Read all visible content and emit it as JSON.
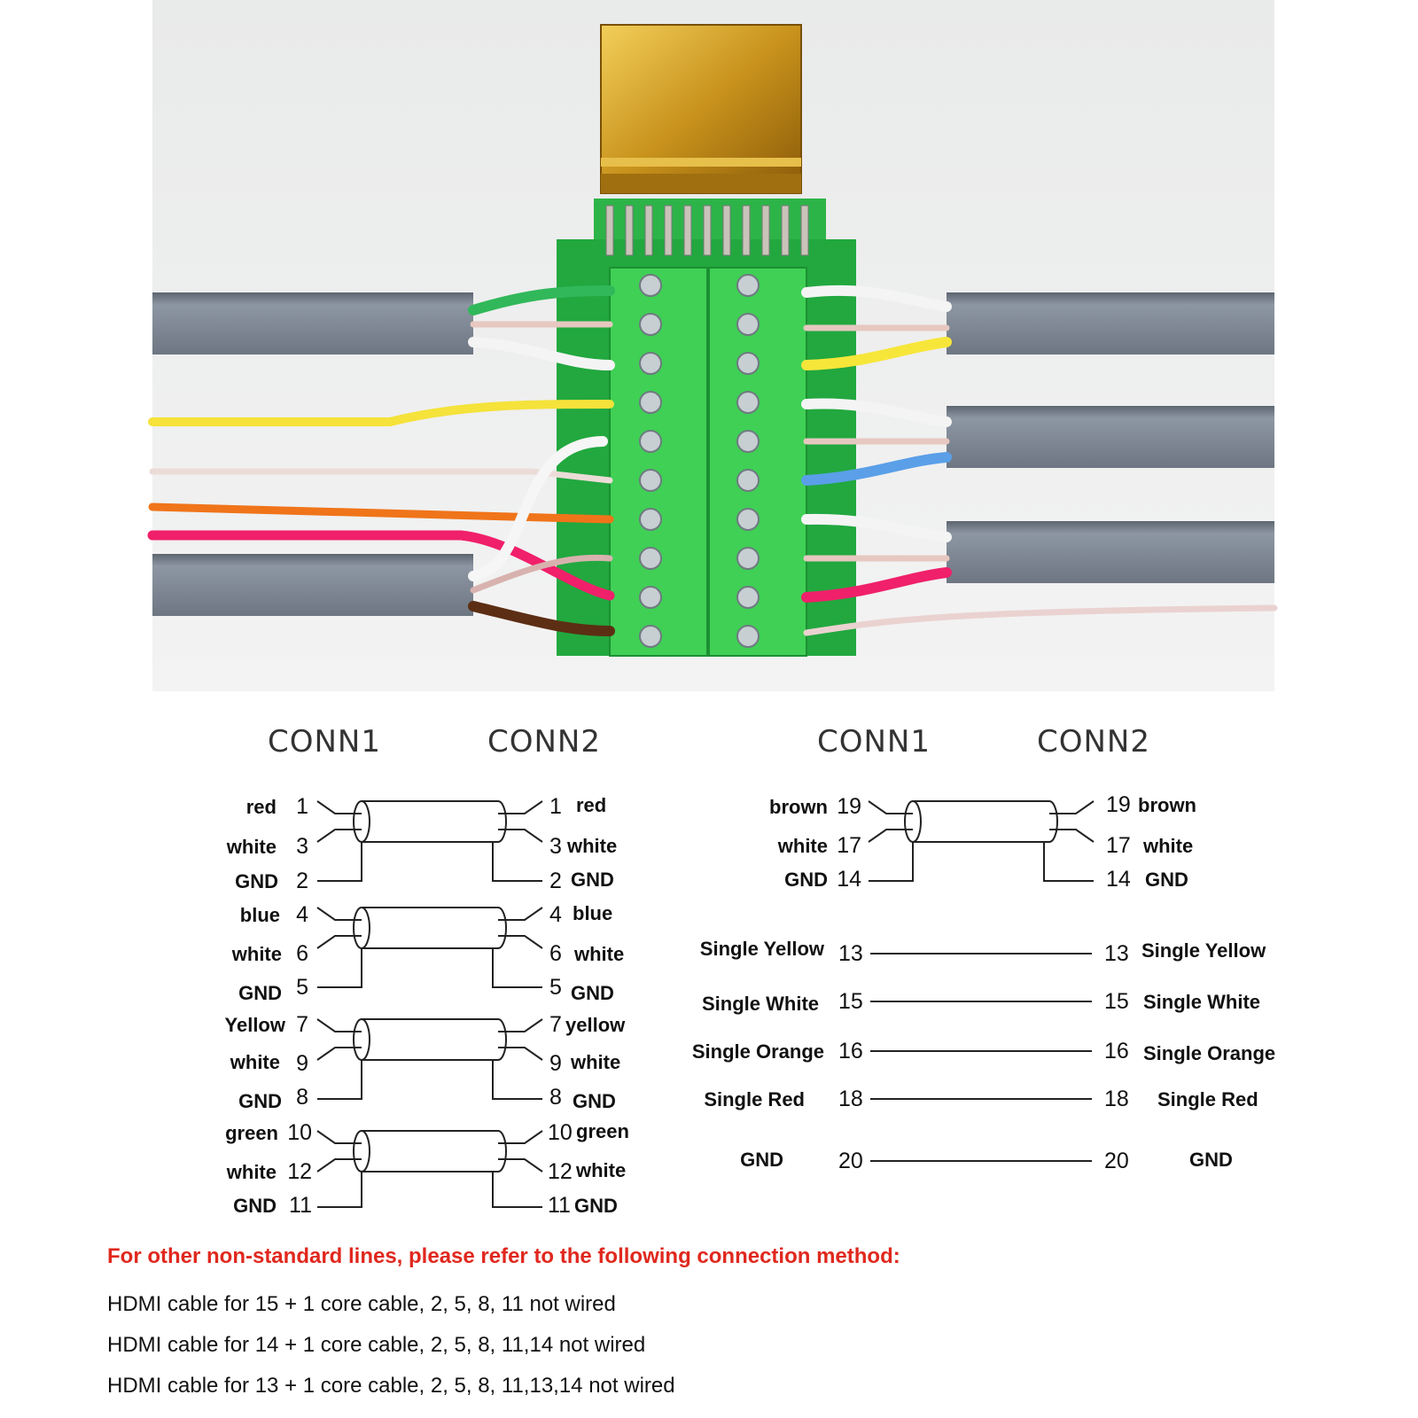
{
  "headers": {
    "left_conn1": "CONN1",
    "left_conn2": "CONN2",
    "right_conn1": "CONN1",
    "right_conn2": "CONN2"
  },
  "left_pairs": [
    {
      "a": {
        "l": "red",
        "n": "1",
        "r": "red"
      },
      "b": {
        "l": "white",
        "n": "3",
        "r": "white"
      },
      "g": {
        "l": "GND",
        "n": "2",
        "r": "GND"
      }
    },
    {
      "a": {
        "l": "blue",
        "n": "4",
        "r": "blue"
      },
      "b": {
        "l": "white",
        "n": "6",
        "r": "white"
      },
      "g": {
        "l": "GND",
        "n": "5",
        "r": "GND"
      }
    },
    {
      "a": {
        "l": "Yellow",
        "n": "7",
        "r": "yellow"
      },
      "b": {
        "l": "white",
        "n": "9",
        "r": "white"
      },
      "g": {
        "l": "GND",
        "n": "8",
        "r": "GND"
      }
    },
    {
      "a": {
        "l": "green",
        "n": "10",
        "r": "green"
      },
      "b": {
        "l": "white",
        "n": "12",
        "r": "white"
      },
      "g": {
        "l": "GND",
        "n": "11",
        "r": "GND"
      }
    }
  ],
  "right_pair": {
    "a": {
      "l": "brown",
      "n": "19",
      "r": "brown"
    },
    "b": {
      "l": "white",
      "n": "17",
      "r": "white"
    },
    "g": {
      "l": "GND",
      "n": "14",
      "r": "GND"
    }
  },
  "singles": [
    {
      "l": "Single Yellow",
      "n": "13",
      "r": "Single Yellow"
    },
    {
      "l": "Single White",
      "n": "15",
      "r": "Single White"
    },
    {
      "l": "Single Orange",
      "n": "16",
      "r": "Single Orange"
    },
    {
      "l": "Single Red",
      "n": "18",
      "r": "Single Red"
    },
    {
      "l": "GND",
      "n": "20",
      "r": "GND"
    }
  ],
  "notes": {
    "heading": "For other non-standard lines, please refer to the following connection method:",
    "lines": [
      "HDMI cable for 15 + 1 core cable, 2, 5, 8, 11 not wired",
      "HDMI cable for 14 + 1 core cable, 2, 5, 8, 11,14 not wired",
      "HDMI cable for 13 + 1 core cable, 2, 5, 8, 11,13,14 not wired"
    ]
  },
  "colors": {
    "board": "#2fc84a",
    "connector": "#d4a82a",
    "cable": "#7d8794",
    "note_red": "#e0281e"
  }
}
